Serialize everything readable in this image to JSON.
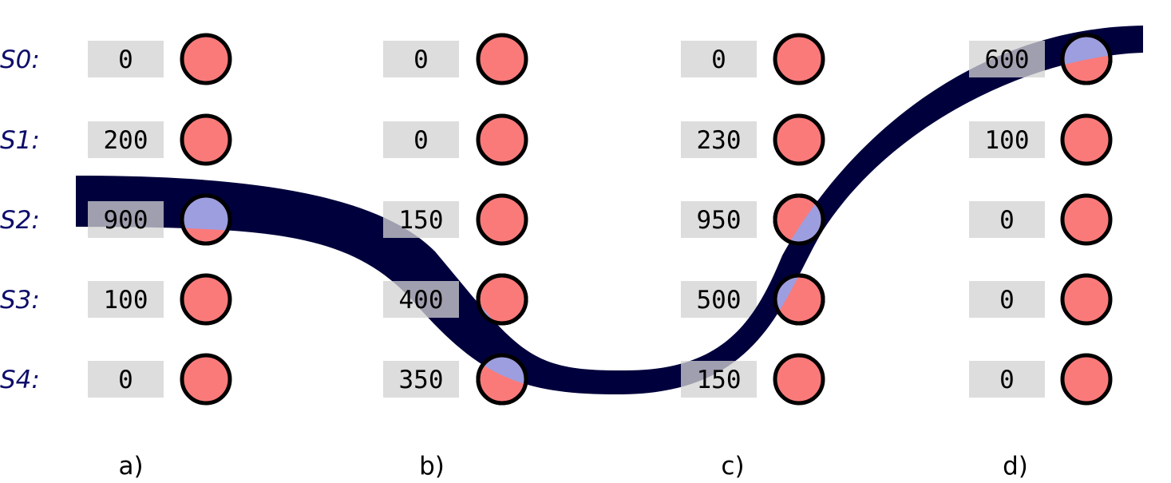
{
  "row_labels": [
    "S0:",
    "S1:",
    "S2:",
    "S3:",
    "S4:"
  ],
  "columns": [
    {
      "label": "a)",
      "values": [
        "0",
        "200",
        "900",
        "100",
        "0"
      ]
    },
    {
      "label": "b)",
      "values": [
        "0",
        "0",
        "150",
        "400",
        "350"
      ]
    },
    {
      "label": "c)",
      "values": [
        "0",
        "230",
        "950",
        "500",
        "150"
      ]
    },
    {
      "label": "d)",
      "values": [
        "600",
        "100",
        "0",
        "0",
        "0"
      ]
    }
  ],
  "colors": {
    "node_fill": "#fa7a7a",
    "node_stroke": "#000000",
    "covered_fill": "#9c9ee0",
    "path": "#00003c",
    "value_box": "#dddddd",
    "row_label": "#0d0d6b"
  }
}
